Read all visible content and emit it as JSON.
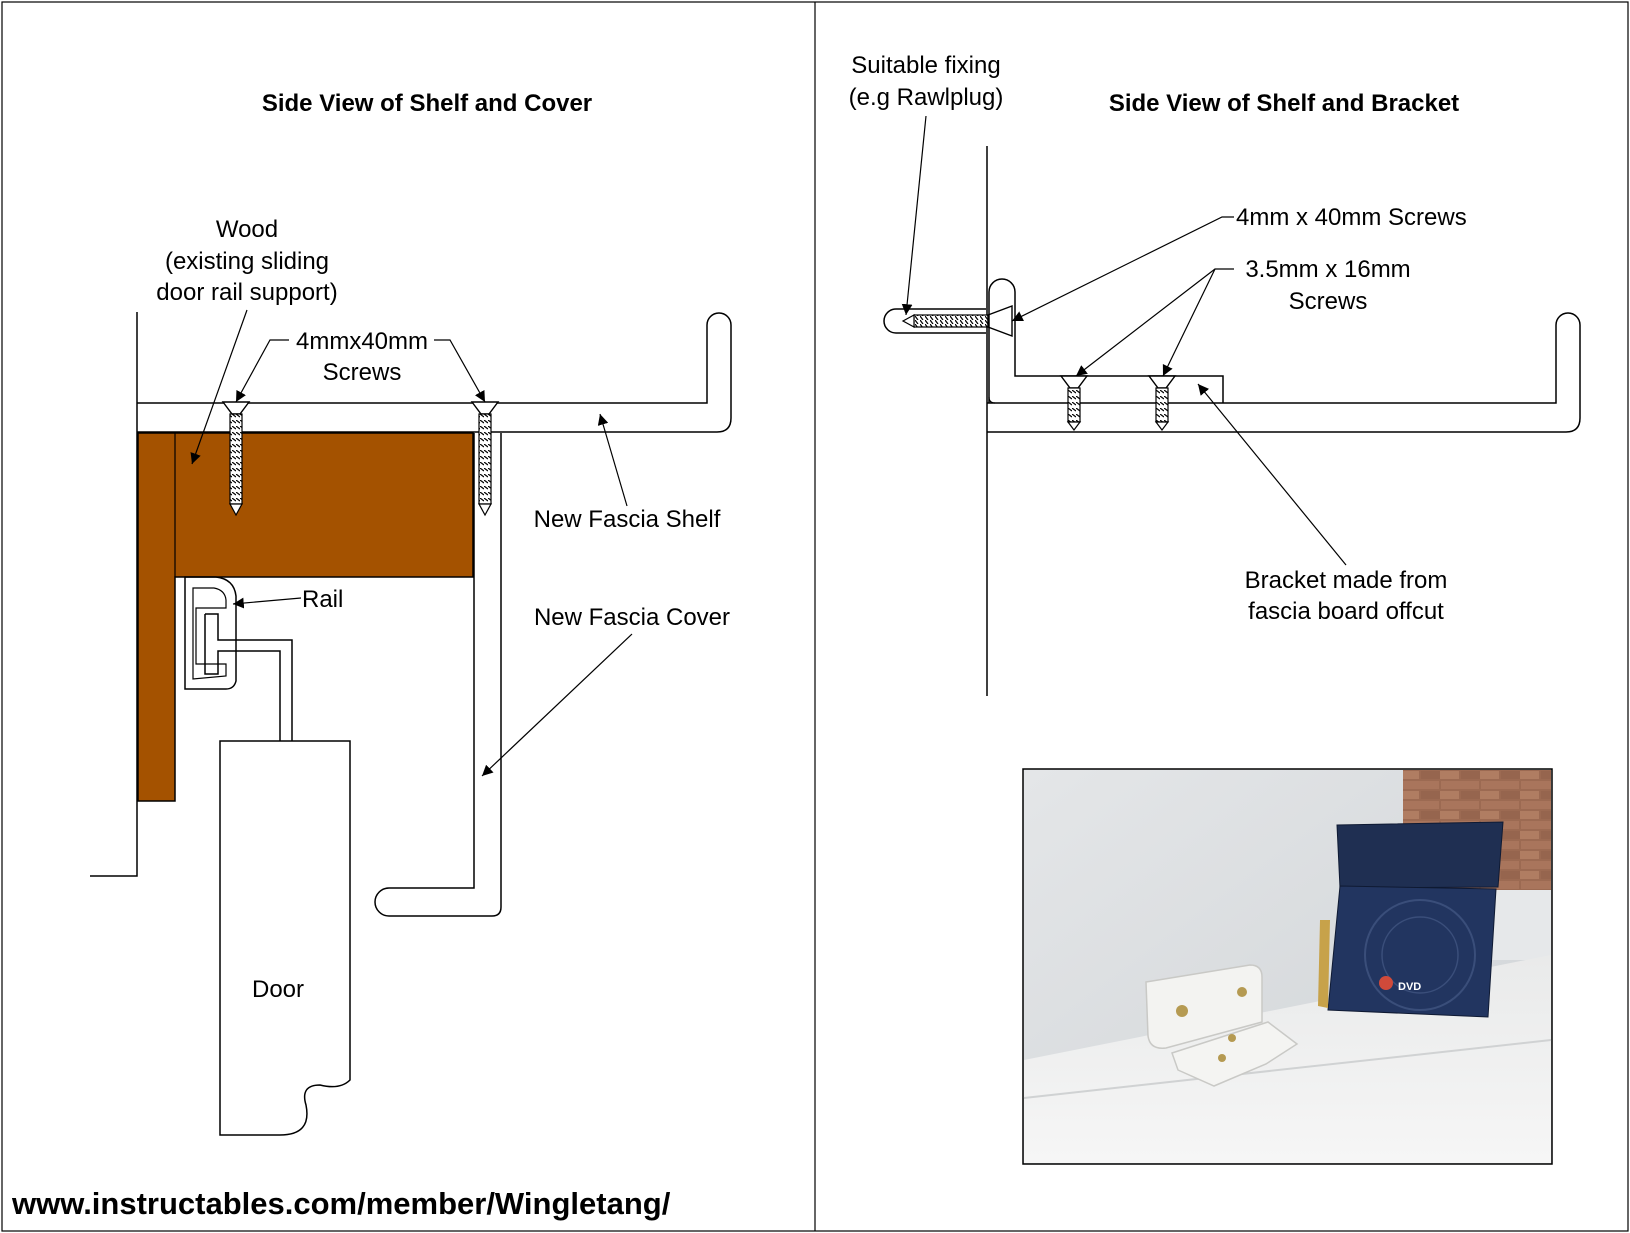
{
  "left_panel": {
    "title": "Side View of Shelf and Cover",
    "labels": {
      "wood_line1": "Wood",
      "wood_line2": "(existing sliding",
      "wood_line3": "door rail support)",
      "screws_line1": "4mmx40mm",
      "screws_line2": "Screws",
      "fascia_shelf": "New Fascia Shelf",
      "rail": "Rail",
      "fascia_cover": "New Fascia Cover",
      "door": "Door"
    },
    "colors": {
      "wood": "#A45200"
    }
  },
  "right_panel": {
    "title": "Side View of Shelf and Bracket",
    "labels": {
      "fixing_line1": "Suitable fixing",
      "fixing_line2": "(e.g Rawlplug)",
      "screws_long": "4mm x 40mm Screws",
      "screws_short_line1": "3.5mm x 16mm",
      "screws_short_line2": "Screws",
      "bracket_line1": "Bracket  made from",
      "bracket_line2": "fascia board offcut"
    },
    "photo": {
      "description": "Photograph of white fascia shelf with bracket offcut and DVD cases",
      "dvd_logo": "DVD"
    }
  },
  "footer": {
    "url": "www.instructables.com/member/Wingletang/"
  }
}
